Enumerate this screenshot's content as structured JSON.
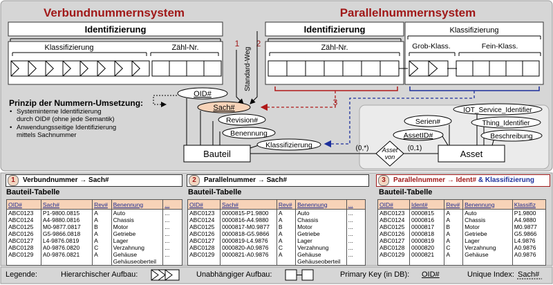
{
  "titles": {
    "left": "Verbundnummernsystem",
    "right": "Parallelnummernsystem"
  },
  "left_system": {
    "identification": "Identifizierung",
    "classification": "Klassifizierung",
    "counter": "Zähl-Nr."
  },
  "right_system": {
    "identification": "Identifizierung",
    "counter": "Zähl-Nr.",
    "classification": "Klassifizierung",
    "coarse": "Grob-Klass.",
    "fine": "Fein-Klass."
  },
  "markers": {
    "one": "1",
    "two": "2",
    "three": "3"
  },
  "standard_way": "Standard-Weg",
  "principle": {
    "heading": "Prinzip der Nummern-Umsetzung:",
    "bullet1_line1": "Systeminterne Identifizierung",
    "bullet1_line2": "durch OID# (ohne jede Semantik)",
    "bullet2_line1": "Anwendungsseitige Identifizierung",
    "bullet2_line2": "mittels Sachnummer"
  },
  "entities": {
    "part": "Bauteil",
    "asset": "Asset",
    "relation": "Asset von",
    "relation_line1": "Asset",
    "relation_line2": "von",
    "card_left": "(0,*)",
    "card_right": "(0,1)"
  },
  "part_attributes": {
    "oid": "OID#",
    "sach": "Sach#",
    "revision": "Revision#",
    "name": "Benennung",
    "classification": "Klassifizierung"
  },
  "asset_attributes": {
    "serial": "Serien#",
    "asset_id": "AssetID#",
    "iot": "IOT_Service_Identifier",
    "thing": "Thing_Identifier",
    "description": "Beschreibung"
  },
  "panels": [
    {
      "num": "1",
      "header_a": "Verbundnummer",
      "arrow": "→",
      "header_b": "Sach#",
      "header_c": "",
      "table_title": "Bauteil-Tabelle",
      "columns": [
        "OID#",
        "Sach#",
        "Rev#",
        "Benennung",
        "..."
      ],
      "rows": [
        [
          "ABC0123",
          "P1-9800.0815",
          "A",
          "Auto",
          "..."
        ],
        [
          "ABC0124",
          "A4-9880.0816",
          "A",
          "Chassis",
          "..."
        ],
        [
          "ABC0125",
          "M0-9877.0817",
          "B",
          "Motor",
          "..."
        ],
        [
          "ABC0126",
          "G5-9866.0818",
          "A",
          "Getriebe",
          "..."
        ],
        [
          "ABC0127",
          "L4-9876.0819",
          "A",
          "Lager",
          "..."
        ],
        [
          "ABC0128",
          "A0-9876.0820",
          "C",
          "Verzahnung",
          "..."
        ],
        [
          "ABC0129",
          "A0-9876.0821",
          "A",
          "Gehäuse",
          "..."
        ],
        [
          "",
          "",
          "",
          "Gehäuseoberteil",
          ""
        ]
      ]
    },
    {
      "num": "2",
      "header_a": "Parallelnummer",
      "arrow": "→",
      "header_b": "Sach#",
      "header_c": "",
      "table_title": "Bauteil-Tabelle",
      "columns": [
        "OID#",
        "Sach#",
        "Rev#",
        "Benennung",
        "..."
      ],
      "rows": [
        [
          "ABC0123",
          "0000815-P1.9800",
          "A",
          "Auto",
          "..."
        ],
        [
          "ABC0124",
          "0000816-A4.9880",
          "A",
          "Chassis",
          "..."
        ],
        [
          "ABC0125",
          "0000817-M0.9877",
          "B",
          "Motor",
          "..."
        ],
        [
          "ABC0126",
          "0000818-G5.9866",
          "A",
          "Getriebe",
          "..."
        ],
        [
          "ABC0127",
          "0000819-L4.9876",
          "A",
          "Lager",
          "..."
        ],
        [
          "ABC0128",
          "0000820-A0.9876",
          "C",
          "Verzahnung",
          "..."
        ],
        [
          "ABC0129",
          "0000821-A0.9876",
          "A",
          "Gehäuse",
          "..."
        ],
        [
          "",
          "",
          "",
          "Gehäuseoberteil",
          ""
        ]
      ]
    },
    {
      "num": "3",
      "header_a": "Parallelnummer",
      "arrow": "→",
      "header_b": "Ident#",
      "header_c": "& Klassifizierung",
      "table_title": "Bauteil-Tabelle",
      "columns": [
        "OID#",
        "Ident#",
        "Rev#",
        "Benennung",
        "Klassifiz"
      ],
      "rows": [
        [
          "ABC0123",
          "0000815",
          "A",
          "Auto",
          "P1.9800"
        ],
        [
          "ABC0124",
          "0000816",
          "A",
          "Chassis",
          "A4.9880"
        ],
        [
          "ABC0125",
          "0000817",
          "B",
          "Motor",
          "M0.9877"
        ],
        [
          "ABC0126",
          "0000818",
          "A",
          "Getriebe",
          "G5.9866"
        ],
        [
          "ABC0127",
          "0000819",
          "A",
          "Lager",
          "L4.9876"
        ],
        [
          "ABC0128",
          "0000820",
          "C",
          "Verzahnung",
          "A0.9876"
        ],
        [
          "ABC0129",
          "0000821",
          "A",
          "Gehäuse",
          "A0.9876"
        ],
        [
          "",
          "",
          "",
          "",
          ""
        ]
      ]
    }
  ],
  "legend": {
    "label": "Legende:",
    "hierarchical": "Hierarchischer Aufbau:",
    "independent": "Unabhängiger Aufbau:",
    "primary_key": "Primary Key (in DB):",
    "primary_key_value": "OID#",
    "unique_index": "Unique Index:",
    "unique_index_value": "Sach#"
  },
  "colors": {
    "title_red": "#a01919",
    "blue": "#1c2f9c",
    "panel_gray": "#d6d6d6",
    "highlight": "#f7d3b8"
  }
}
